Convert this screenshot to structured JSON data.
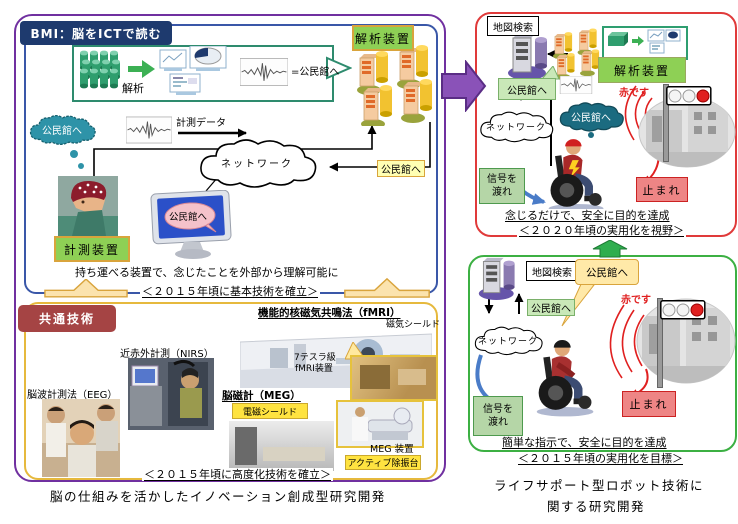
{
  "colors": {
    "frame_purple": "#7030a0",
    "panel_blue": "#3a57a8",
    "panel_yellow": "#e6b93d",
    "panel_red": "#e03a3a",
    "panel_green": "#3cb043",
    "label_green_fill": "#8ed055",
    "label_green_border": "#d9a43c",
    "title_navy": "#1e3a6e",
    "title_maroon": "#a54444",
    "cloud_teal": "#2e93a8",
    "cloud_dark_teal": "#1b6b80",
    "tag_yellow": "#ffffb3",
    "stop_red_fill": "#ee8585",
    "go_green_fill": "#b5d6a7",
    "signal_red": "#e02020"
  },
  "icons": {
    "db-array-icon": "green database cylinders",
    "server-icon": "analysis server with cylinder",
    "tower-server-icon": "gray tower server",
    "monitor-icon": "desktop monitor",
    "waveform-icon": "brain signal waveform",
    "cloud-icon": "network cloud",
    "traffic-light-icon": "traffic light (red lit)",
    "wheelchair-user-icon": "person in wheelchair",
    "radio-waves-icon": "red radio waves"
  },
  "bmi": {
    "title": "BMI：脳をICTで読む",
    "kaiseki": "解析",
    "equals_kominkan": "=公民館へ",
    "analyzer": "解析装置",
    "cloud_kominkan": "公民館へ",
    "measure_data": "計測データ",
    "network": "ネットワーク",
    "tag_kominkan": "公民館へ",
    "bubble_kominkan": "公民館へ",
    "measure_device": "計測装置",
    "summary": "持ち運べる装置で、念じたことを外部から理解可能に",
    "milestone": "＜２０１５年頃に基本技術を確立＞"
  },
  "common": {
    "title": "共通技術",
    "nirs": "近赤外計測（NIRS）",
    "eeg": "脳波計測法（EEG）",
    "fmri": "機能的核磁気共鳴法（fMRI）",
    "mag_shield": "磁気シールド",
    "tesla": "7テスラ級",
    "fmri_device": "fMRI装置",
    "meg": "脳磁計（MEG）",
    "em_shield": "電磁シールド",
    "meg_device": "MEG 装置",
    "vib_table": "アクティブ除振台",
    "milestone": "＜２０１５年頃に高度化技術を確立＞"
  },
  "bmi2020": {
    "map_search": "地図検索",
    "analyzer": "解析装置",
    "bubble_kominkan": "公民館へ",
    "cloud_kominkan": "公民館へ",
    "network": "ネットワーク",
    "red_signal": "赤です",
    "cross1": "信号を",
    "cross2": "渡れ",
    "stop": "止まれ",
    "summary": "念じるだけで、安全に目的を達成",
    "milestone": "＜２０２０年頃の実用化を視野＞"
  },
  "robot2015": {
    "map_search": "地図検索",
    "callout_kominkan": "公民館へ",
    "tag_kominkan": "公民館へ",
    "network": "ネットワーク",
    "red_signal": "赤です",
    "cross1": "信号を",
    "cross2": "渡れ",
    "stop": "止まれ",
    "summary": "簡単な指示で、安全に目的を達成",
    "milestone": "＜２０１５年頃の実用化を目標＞"
  },
  "captions": {
    "left": "脳の仕組みを活かしたイノベーション創成型研究開発",
    "right1": "ライフサポート型ロボット技術に",
    "right2": "関する研究開発"
  }
}
